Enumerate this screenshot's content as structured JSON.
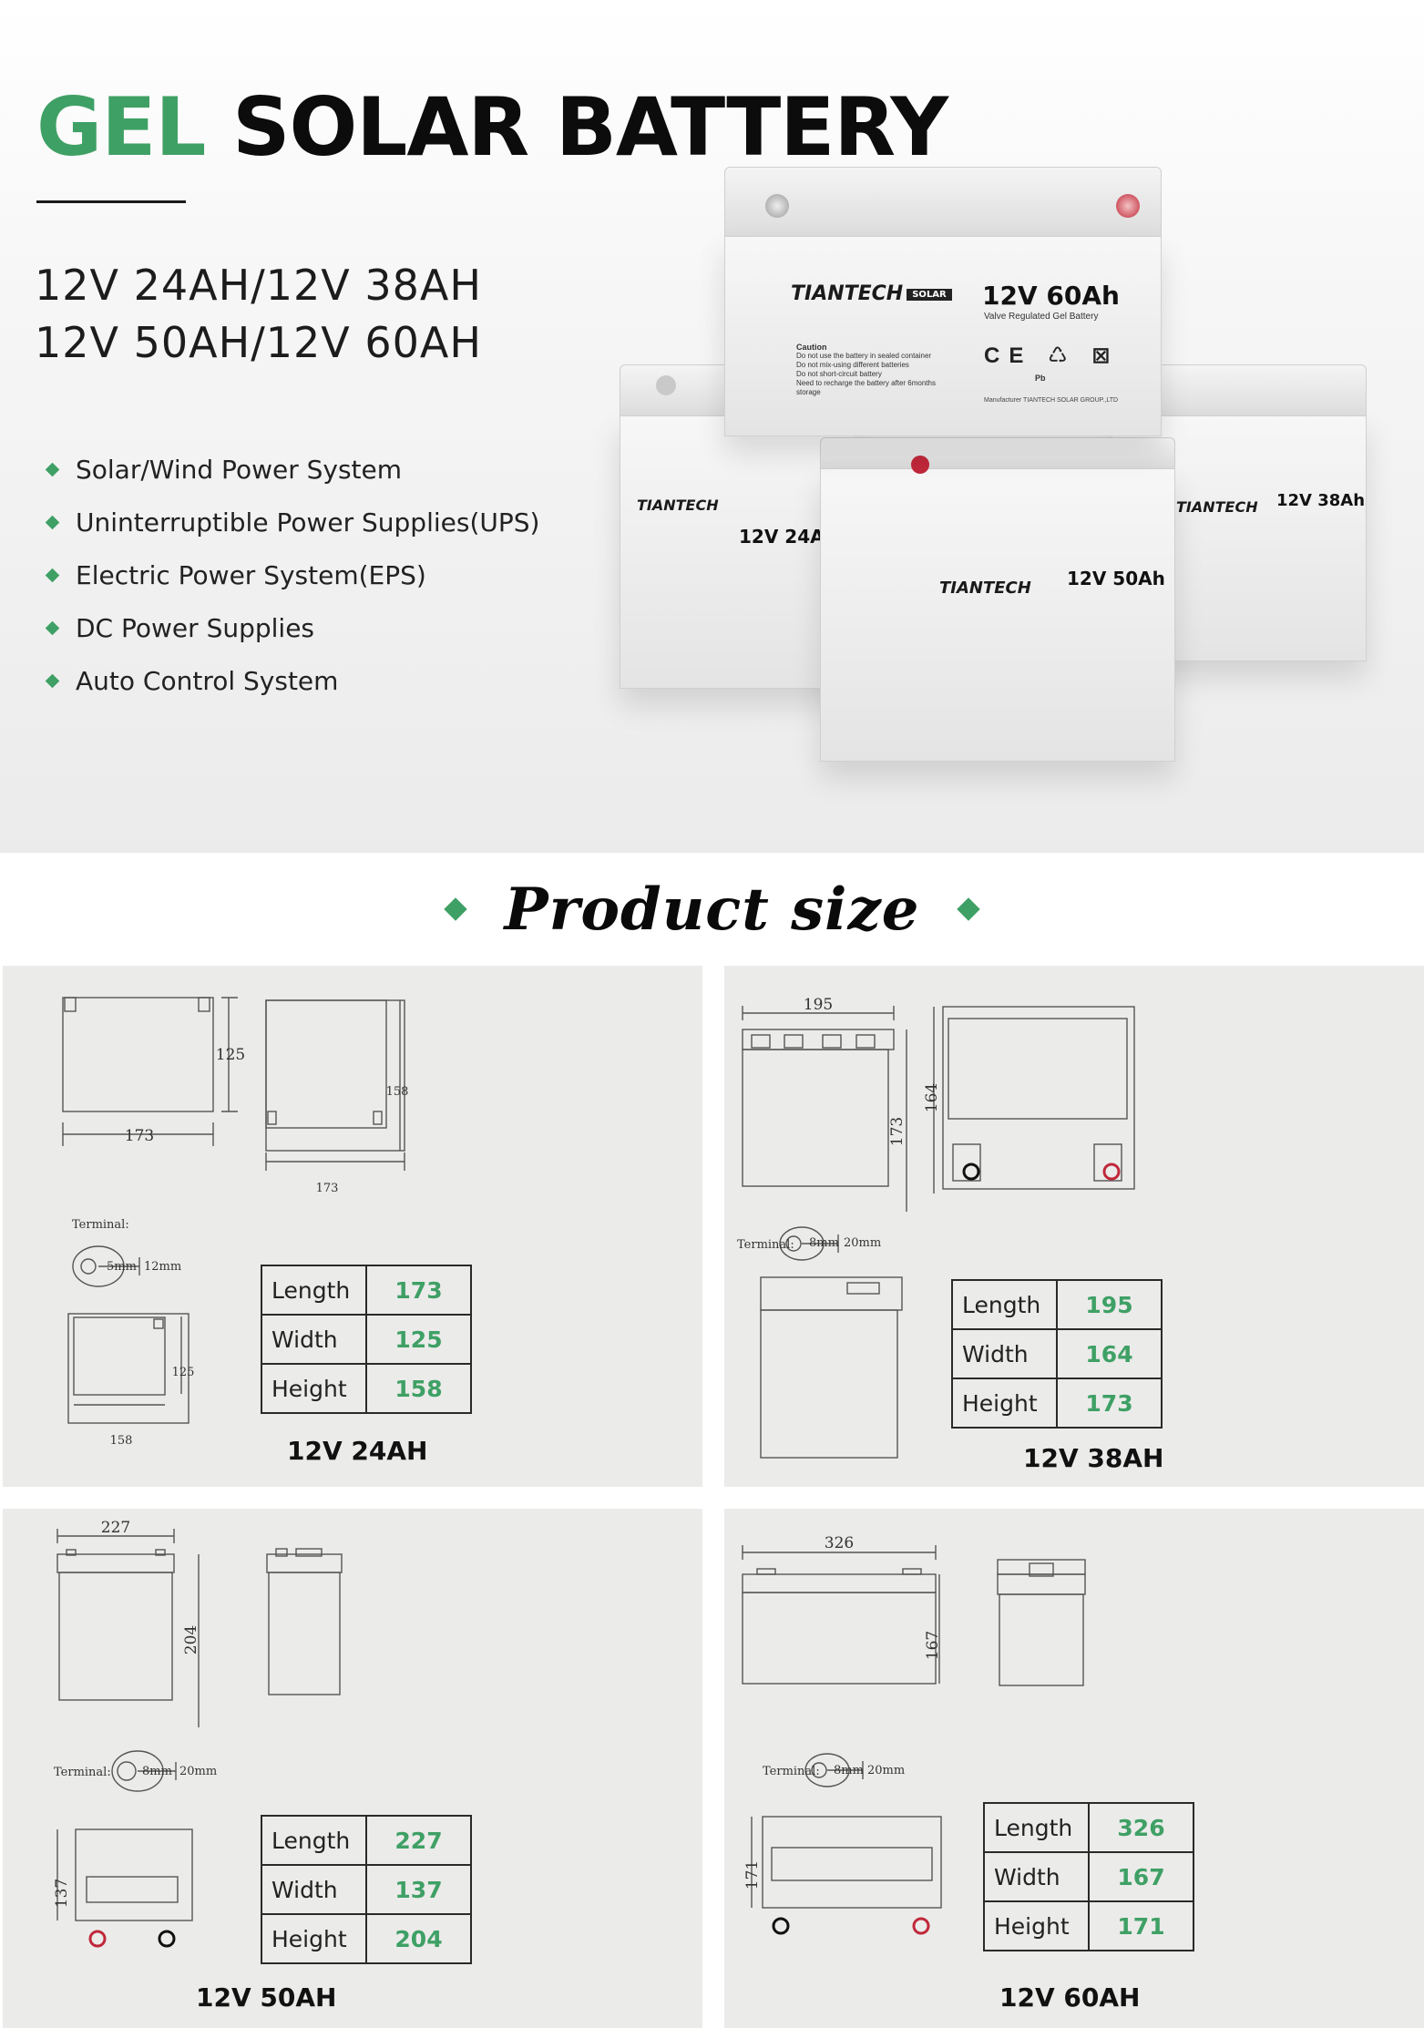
{
  "hero": {
    "title_green": "GEL",
    "title_black": "SOLAR BATTERY",
    "models_line1": "12V 24AH/12V 38AH",
    "models_line2": "12V 50AH/12V 60AH",
    "applications": [
      "Solar/Wind Power System",
      "Uninterruptible Power Supplies(UPS)",
      "Electric Power System(EPS)",
      "DC Power Supplies",
      "Auto Control System"
    ],
    "accent_color": "#3fa065"
  },
  "illustration": {
    "brand": "TIANTECH",
    "brand_sub": "SOLAR",
    "front_model": "12V  60Ah",
    "front_type": "Valve Regulated Gel Battery",
    "caution_title": "Caution",
    "caution_lines": [
      "Do not use the battery in sealed container",
      "Do not mix-using different batteries",
      "Do not short-circuit battery",
      "Need to recharge the battery after 6months storage"
    ],
    "manufacturer": "Manufacturer TIANTECH SOLAR GROUP.,LTD",
    "marks": "CE ♺ ⊠",
    "pb": "Pb",
    "left_model": "12V  24Ah",
    "mid_model": "12V  50Ah",
    "right_model": "12V  38Ah"
  },
  "size_section": {
    "title": "Product size"
  },
  "panels": [
    {
      "caption": "12V 24AH",
      "terminal_label": "Terminal:",
      "terminal_inner": "5mm",
      "terminal_outer": "12mm",
      "dims": {
        "a": "173",
        "b": "125",
        "c": "158",
        "d": "173",
        "e": "125",
        "f": "158"
      },
      "specs": [
        {
          "label": "Length",
          "value": "173"
        },
        {
          "label": "Width",
          "value": "125"
        },
        {
          "label": "Height",
          "value": "158"
        }
      ]
    },
    {
      "caption": "12V 38AH",
      "terminal_label": "Terminal:",
      "terminal_inner": "8mm",
      "terminal_outer": "20mm",
      "dims": {
        "a": "195",
        "b": "173",
        "c": "164"
      },
      "specs": [
        {
          "label": "Length",
          "value": "195"
        },
        {
          "label": "Width",
          "value": "164"
        },
        {
          "label": "Height",
          "value": "173"
        }
      ]
    },
    {
      "caption": "12V 50AH",
      "terminal_label": "Terminal:",
      "terminal_inner": "8mm",
      "terminal_outer": "20mm",
      "dims": {
        "a": "227",
        "b": "204",
        "c": "137"
      },
      "specs": [
        {
          "label": "Length",
          "value": "227"
        },
        {
          "label": "Width",
          "value": "137"
        },
        {
          "label": "Height",
          "value": "204"
        }
      ]
    },
    {
      "caption": "12V 60AH",
      "terminal_label": "Terminal:",
      "terminal_inner": "8mm",
      "terminal_outer": "20mm",
      "dims": {
        "a": "326",
        "b": "167",
        "c": "171"
      },
      "specs": [
        {
          "label": "Length",
          "value": "326"
        },
        {
          "label": "Width",
          "value": "167"
        },
        {
          "label": "Height",
          "value": "171"
        }
      ]
    }
  ]
}
